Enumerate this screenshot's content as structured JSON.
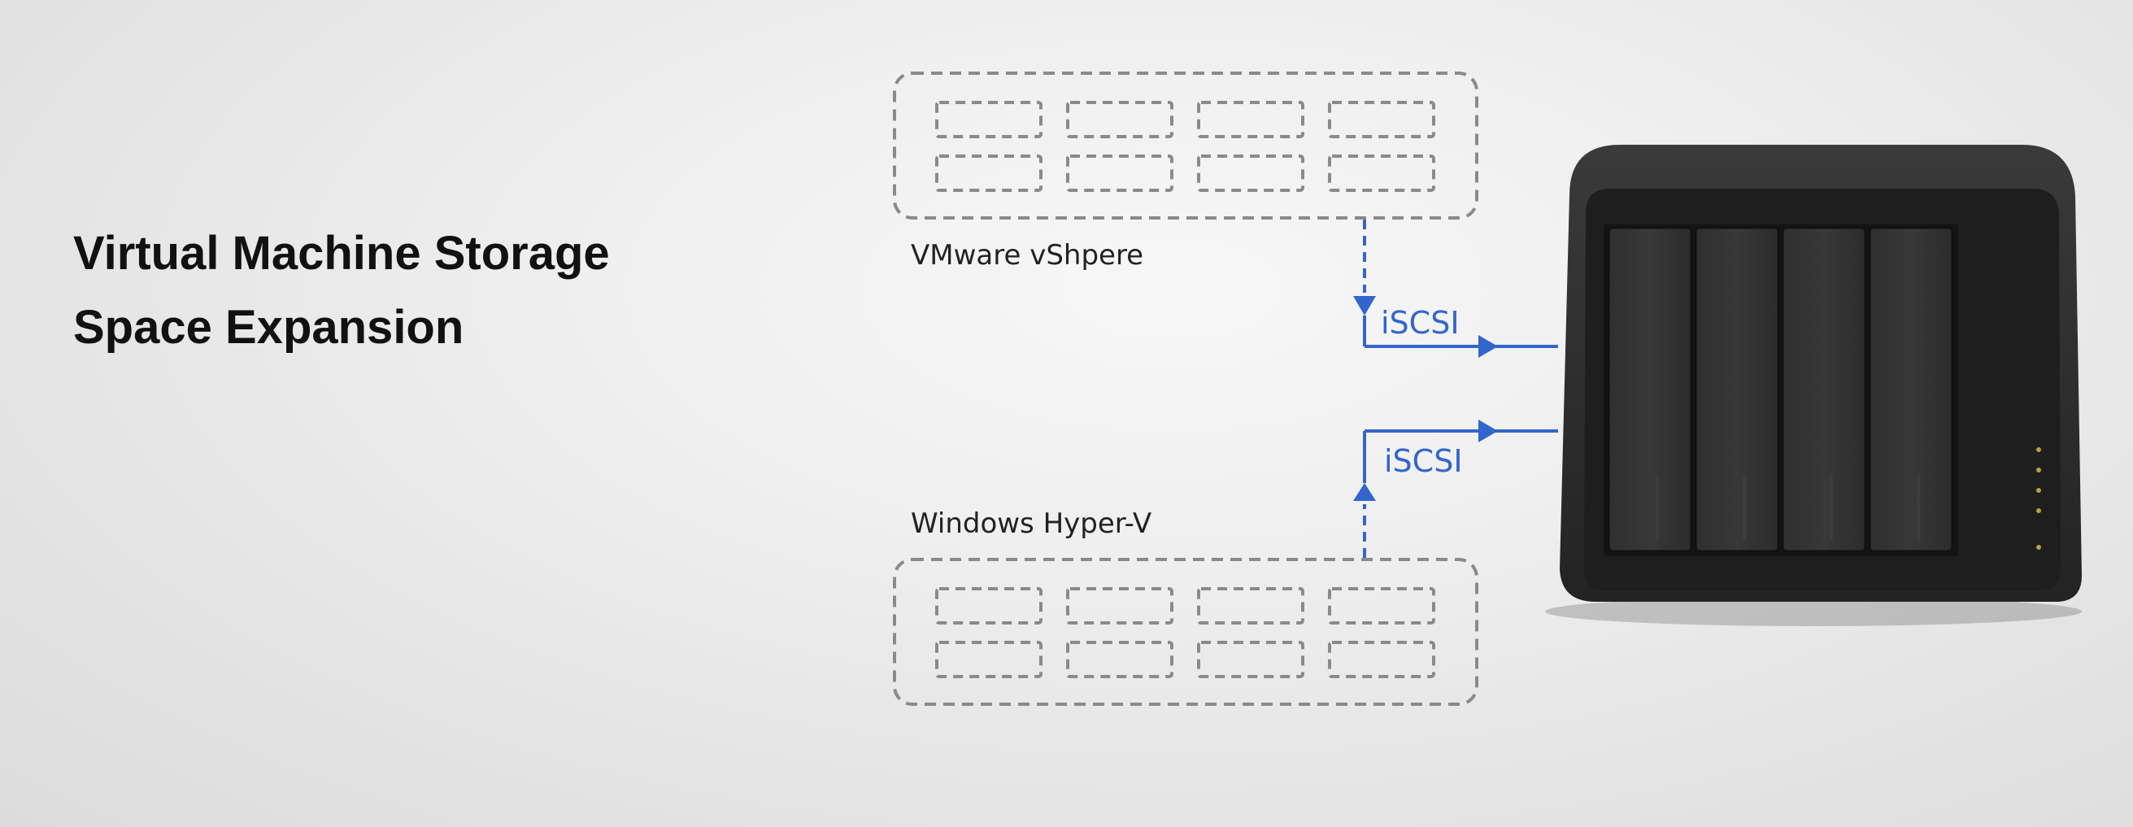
{
  "title": {
    "line1": "Virtual Machine Storage",
    "line2": "Space Expansion"
  },
  "diagram": {
    "hosts": [
      {
        "name": "VMware vShpere",
        "protocol": "iSCSI"
      },
      {
        "name": "Windows Hyper-V",
        "protocol": "iSCSI"
      }
    ],
    "target": {
      "device": "nas-icon"
    },
    "colors": {
      "link": "#3366cc",
      "dash": "#8a8a8a",
      "nas": "#2b2b2b"
    }
  }
}
